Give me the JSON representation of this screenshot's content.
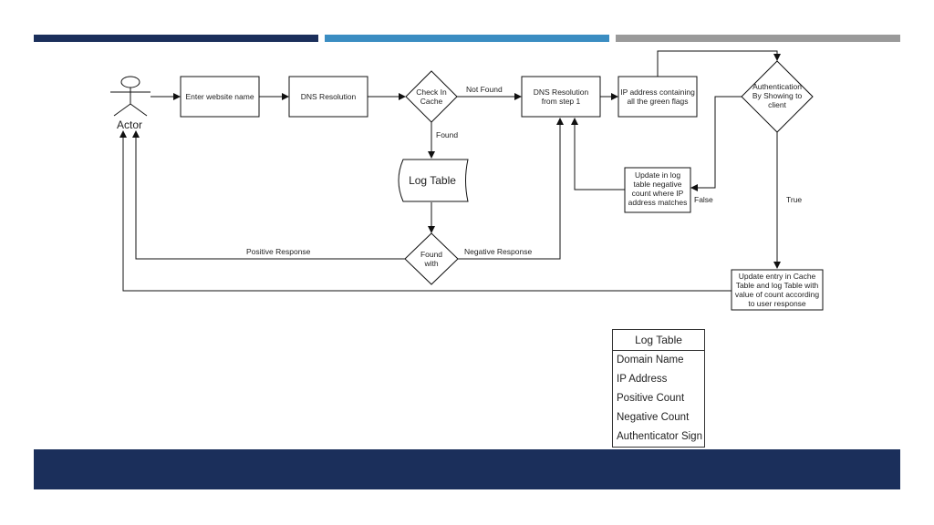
{
  "colors": {
    "bar_dark": "#1b2f5b",
    "bar_mid": "#3b8dc2",
    "bar_light": "#9a9a9a",
    "footer": "#1b2f5b",
    "stroke": "#111111"
  },
  "actor": {
    "label": "Actor"
  },
  "nodes": {
    "enter_website": "Enter website name",
    "dns_resolution": "DNS Resolution",
    "check_cache_1": "Check In",
    "check_cache_2": "Cache",
    "dns_step1_1": "DNS Resolution",
    "dns_step1_2": "from step 1",
    "ip_flags_1": "IP address containing",
    "ip_flags_2": "all the green flags",
    "auth_1": "Authentication",
    "auth_2": "By Showing to",
    "auth_3": "client",
    "log_table_db": "Log Table",
    "found_with_1": "Found",
    "found_with_2": "with",
    "update_neg_1": "Update in log",
    "update_neg_2": "table negative",
    "update_neg_3": "count where IP",
    "update_neg_4": "address matches",
    "update_entry_1": "Update entry in Cache",
    "update_entry_2": "Table and log Table with",
    "update_entry_3": "value of count according",
    "update_entry_4": "to user response"
  },
  "edges": {
    "not_found": "Not Found",
    "found": "Found",
    "positive_response": "Positive Response",
    "negative_response": "Negative Response",
    "false": "False",
    "true": "True"
  },
  "log_table": {
    "title": "Log Table",
    "fields": [
      "Domain Name",
      "IP Address",
      "Positive Count",
      "Negative Count",
      "Authenticator Sign"
    ]
  }
}
